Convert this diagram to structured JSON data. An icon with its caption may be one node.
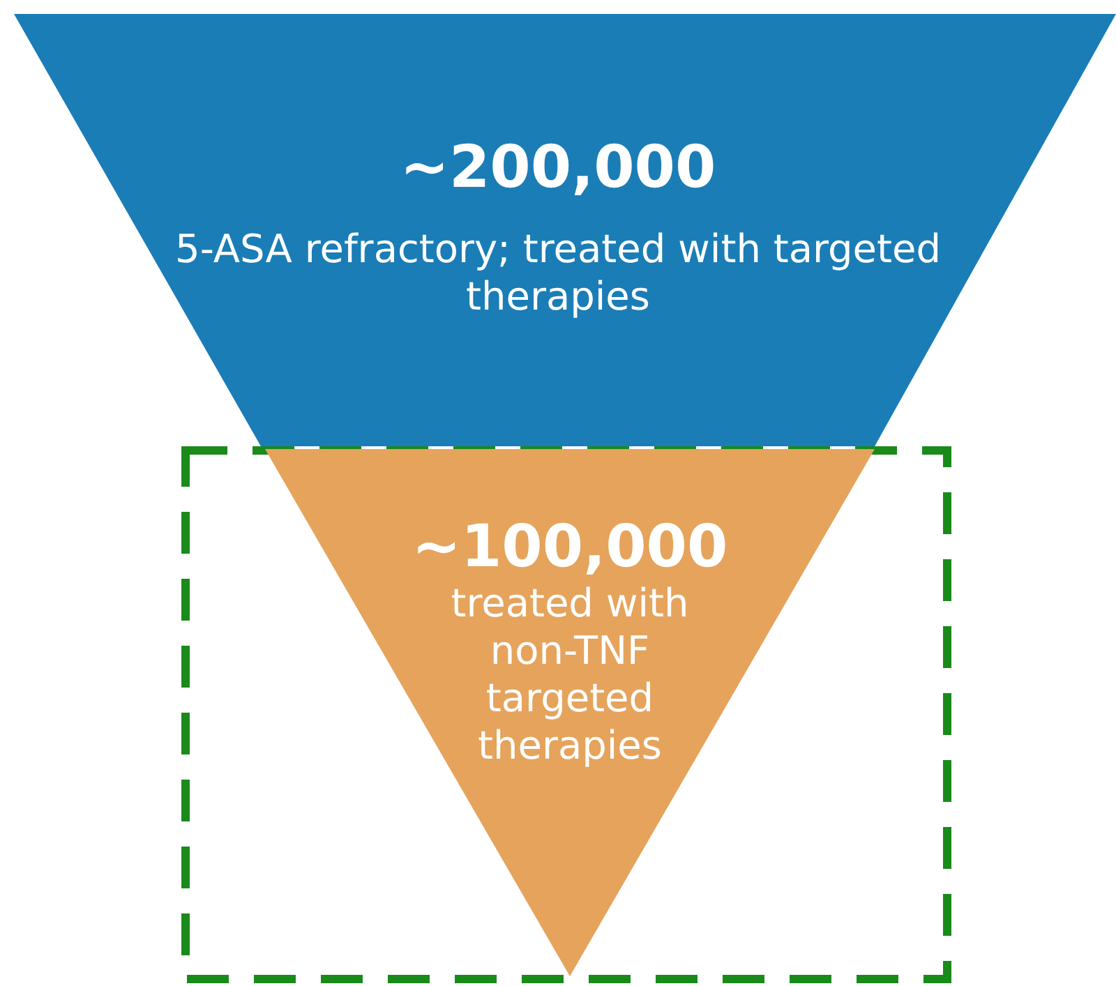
{
  "diagram": {
    "nodes": [
      {
        "text": [
          "~200,000",
          "5-ASA refractory; treated with targeted therapies"
        ]
      },
      {
        "text": [],
        "shape": "box"
      },
      {
        "text": [
          "~100,000",
          "treated with non-TNF targeted therapies"
        ],
        "in": 1
      }
    ]
  }
}
